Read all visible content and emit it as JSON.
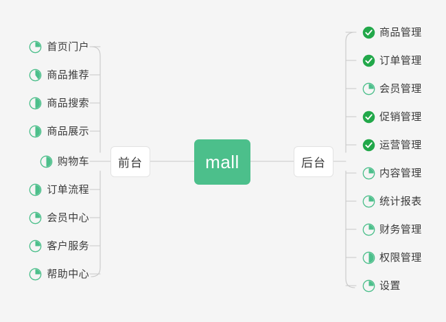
{
  "diagram": {
    "title": "mall",
    "background_color": "#f5f5f5",
    "accent_color": "#4cbf8b",
    "done_color": "#22a84a",
    "text_color": "#3a3a3a",
    "line_color": "#c8c8c8"
  },
  "root": {
    "label": "mall"
  },
  "branches": {
    "left": {
      "label": "前台",
      "items": [
        {
          "label": "首页门户",
          "icon": "pie-progress-icon",
          "progress": 25,
          "status": "in-progress"
        },
        {
          "label": "商品推荐",
          "icon": "pie-progress-icon",
          "progress": 40,
          "status": "in-progress"
        },
        {
          "label": "商品搜索",
          "icon": "pie-progress-icon",
          "progress": 50,
          "status": "in-progress"
        },
        {
          "label": "商品展示",
          "icon": "pie-progress-icon",
          "progress": 50,
          "status": "in-progress"
        },
        {
          "label": "购物车",
          "icon": "pie-progress-icon",
          "progress": 50,
          "status": "in-progress"
        },
        {
          "label": "订单流程",
          "icon": "pie-progress-icon",
          "progress": 50,
          "status": "in-progress"
        },
        {
          "label": "会员中心",
          "icon": "pie-progress-icon",
          "progress": 25,
          "status": "in-progress"
        },
        {
          "label": "客户服务",
          "icon": "pie-progress-icon",
          "progress": 25,
          "status": "in-progress"
        },
        {
          "label": "帮助中心",
          "icon": "pie-progress-icon",
          "progress": 25,
          "status": "in-progress"
        }
      ]
    },
    "right": {
      "label": "后台",
      "items": [
        {
          "label": "商品管理",
          "icon": "check-circle-icon",
          "progress": 100,
          "status": "done"
        },
        {
          "label": "订单管理",
          "icon": "check-circle-icon",
          "progress": 100,
          "status": "done"
        },
        {
          "label": "会员管理",
          "icon": "pie-progress-icon",
          "progress": 25,
          "status": "in-progress"
        },
        {
          "label": "促销管理",
          "icon": "check-circle-icon",
          "progress": 100,
          "status": "done"
        },
        {
          "label": "运营管理",
          "icon": "check-circle-icon",
          "progress": 100,
          "status": "done"
        },
        {
          "label": "内容管理",
          "icon": "pie-progress-icon",
          "progress": 25,
          "status": "in-progress"
        },
        {
          "label": "统计报表",
          "icon": "pie-progress-icon",
          "progress": 25,
          "status": "in-progress"
        },
        {
          "label": "财务管理",
          "icon": "pie-progress-icon",
          "progress": 25,
          "status": "in-progress"
        },
        {
          "label": "权限管理",
          "icon": "pie-progress-icon",
          "progress": 50,
          "status": "in-progress"
        },
        {
          "label": "设置",
          "icon": "pie-progress-icon",
          "progress": 25,
          "status": "in-progress"
        }
      ]
    }
  }
}
